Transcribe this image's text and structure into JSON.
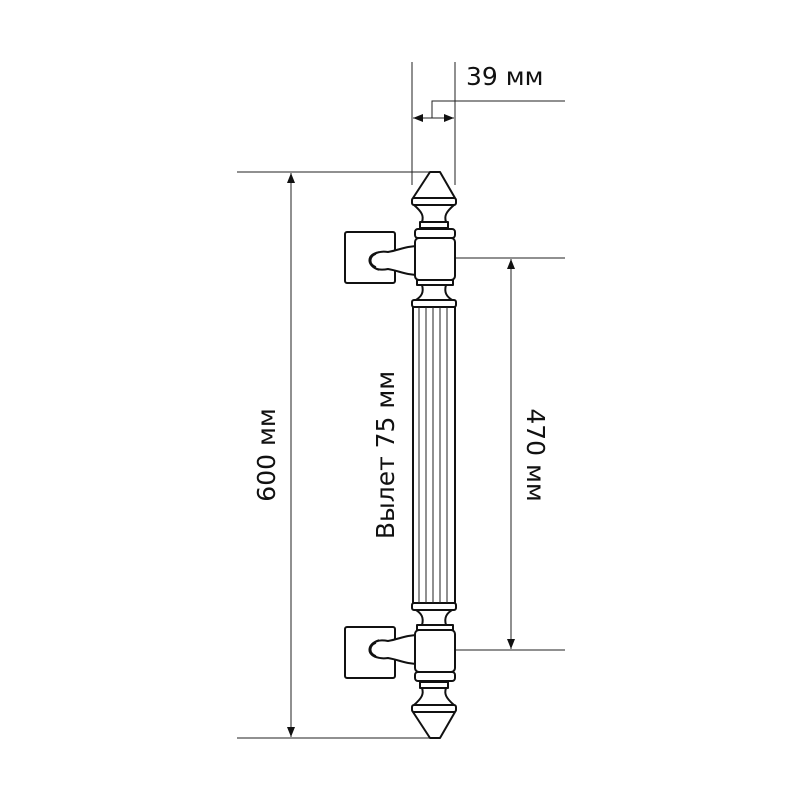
{
  "labels": {
    "depth": "39 мм",
    "total_length": "600 мм",
    "center_distance": "470 мм",
    "projection": "Вылет 75 мм"
  },
  "colors": {
    "line": "#111111",
    "background": "#ffffff"
  }
}
